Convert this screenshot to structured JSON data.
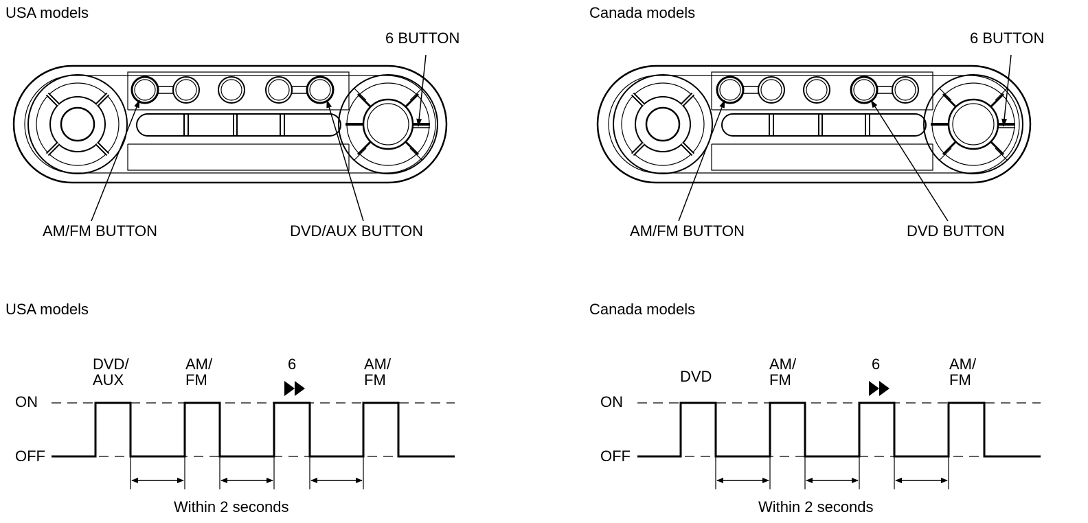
{
  "panels": [
    {
      "title": "USA models",
      "labels": {
        "top_right": "6 BUTTON",
        "bottom_left": "AM/FM BUTTON",
        "bottom_right": "DVD/AUX BUTTON"
      },
      "timing": {
        "on": "ON",
        "off": "OFF",
        "pulses": [
          {
            "line1": "DVD/",
            "line2": "AUX",
            "arrow": false
          },
          {
            "line1": "AM/",
            "line2": "FM",
            "arrow": false
          },
          {
            "line1": "6",
            "line2": "",
            "arrow": true
          },
          {
            "line1": "AM/",
            "line2": "FM",
            "arrow": false
          }
        ],
        "caption": "Within 2 seconds"
      }
    },
    {
      "title": "Canada models",
      "labels": {
        "top_right": "6 BUTTON",
        "bottom_left": "AM/FM BUTTON",
        "bottom_right": "DVD BUTTON"
      },
      "timing": {
        "on": "ON",
        "off": "OFF",
        "pulses": [
          {
            "line1": "DVD",
            "line2": "",
            "arrow": false
          },
          {
            "line1": "AM/",
            "line2": "FM",
            "arrow": false
          },
          {
            "line1": "6",
            "line2": "",
            "arrow": true
          },
          {
            "line1": "AM/",
            "line2": "FM",
            "arrow": false
          }
        ],
        "caption": "Within 2 seconds"
      }
    }
  ],
  "icons": {
    "pulse_arrow": "fast-forward-icon"
  }
}
